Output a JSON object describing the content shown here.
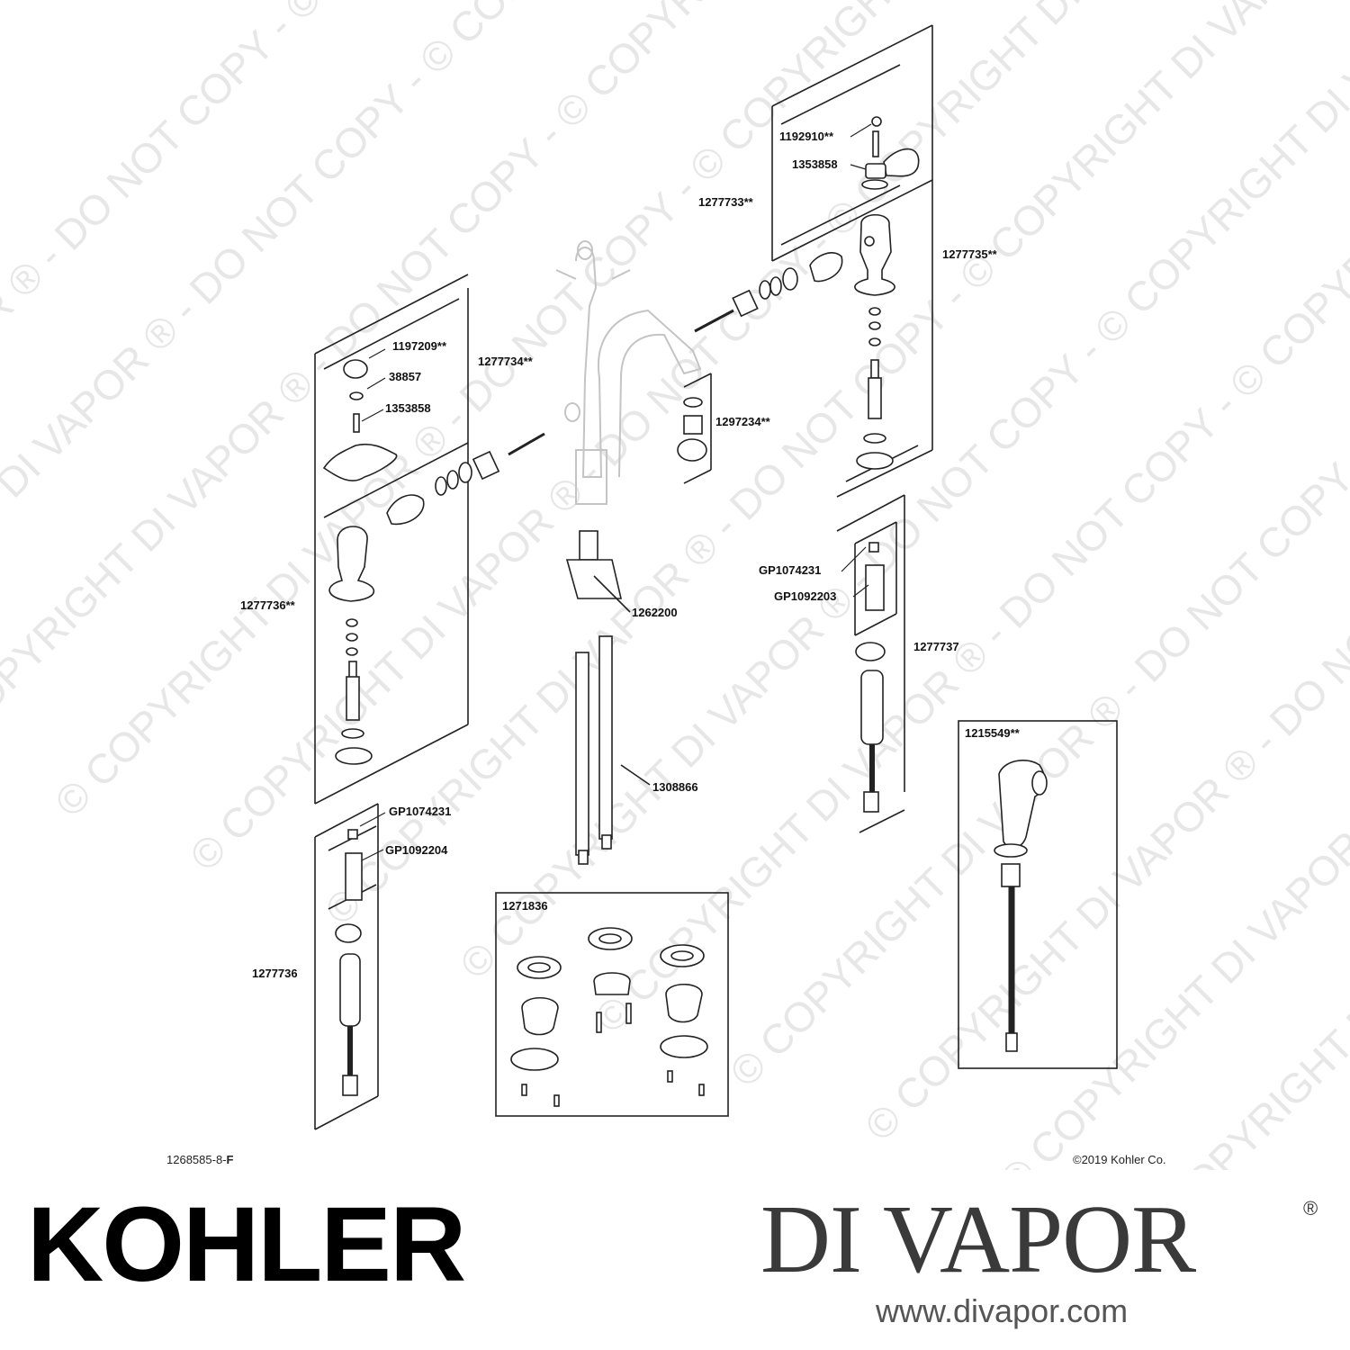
{
  "watermark_text": "© COPYRIGHT DI VAPOR ® - DO NOT COPY - ",
  "parts": {
    "p1192910": "1192910**",
    "p1353858_top": "1353858",
    "p1277733": "1277733**",
    "p1277735": "1277735**",
    "p1197209": "1197209**",
    "p38857": "38857",
    "p1353858_left": "1353858",
    "p1277734": "1277734**",
    "p1297234": "1297234**",
    "p1277736_star": "1277736**",
    "p1262200": "1262200",
    "pGP1074231_right": "GP1074231",
    "pGP1092203": "GP1092203",
    "p1277737": "1277737",
    "p1215549": "1215549**",
    "p1308866": "1308866",
    "pGP1074231_left": "GP1074231",
    "pGP1092204": "GP1092204",
    "p1277736": "1277736",
    "p1271836": "1271836"
  },
  "footer": {
    "doc_number_prefix": "1268585-8-",
    "doc_number_rev": "F",
    "copyright": "©2019 Kohler Co."
  },
  "brands": {
    "kohler": "KOHLER",
    "divapor": "DI VAPOR",
    "divapor_reg": "®",
    "divapor_url": "www.divapor.com"
  }
}
